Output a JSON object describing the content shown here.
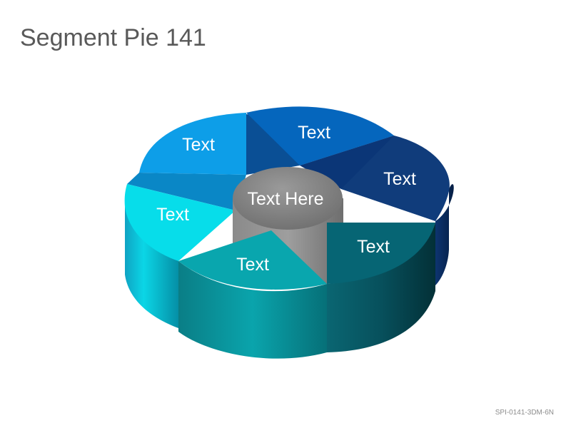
{
  "title": "Segment Pie 141",
  "center_label": "Text Here",
  "segments": [
    {
      "label": "Text",
      "color": "#0A9BE6"
    },
    {
      "label": "Text",
      "color": "#0567BD"
    },
    {
      "label": "Text",
      "color": "#123C78"
    },
    {
      "label": "Text",
      "color": "#066375"
    },
    {
      "label": "Text",
      "color": "#08A5AF"
    },
    {
      "label": "Text",
      "color": "#06DDEA"
    }
  ],
  "center_color": "#7F7F7F",
  "footer_code": "SPI-0141-3DM-6N"
}
